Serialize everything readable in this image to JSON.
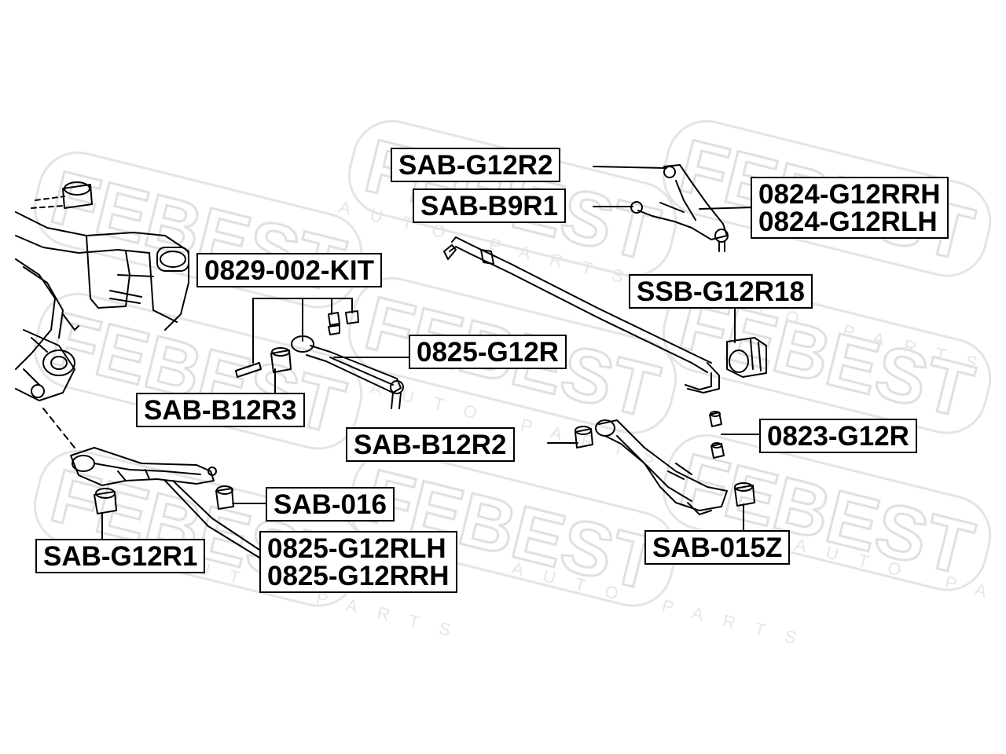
{
  "labels": {
    "sab_g12r2": "SAB-G12R2",
    "sab_b9r1": "SAB-B9R1",
    "p0824_rrh": "0824-G12RRH",
    "p0824_rlh": "0824-G12RLH",
    "kit_0829": "0829-002-KIT",
    "ssb_g12r18": "SSB-G12R18",
    "p0825_g12r": "0825-G12R",
    "sab_b12r3": "SAB-B12R3",
    "sab_b12r2": "SAB-B12R2",
    "p0823_g12r": "0823-G12R",
    "sab_016": "SAB-016",
    "sab_g12r1": "SAB-G12R1",
    "p0825_rlh": "0825-G12RLH",
    "p0825_rrh": "0825-G12RRH",
    "sab_015z": "SAB-015Z"
  },
  "watermark": {
    "brand": "FEBEST",
    "tagline": "AUTO PARTS"
  }
}
